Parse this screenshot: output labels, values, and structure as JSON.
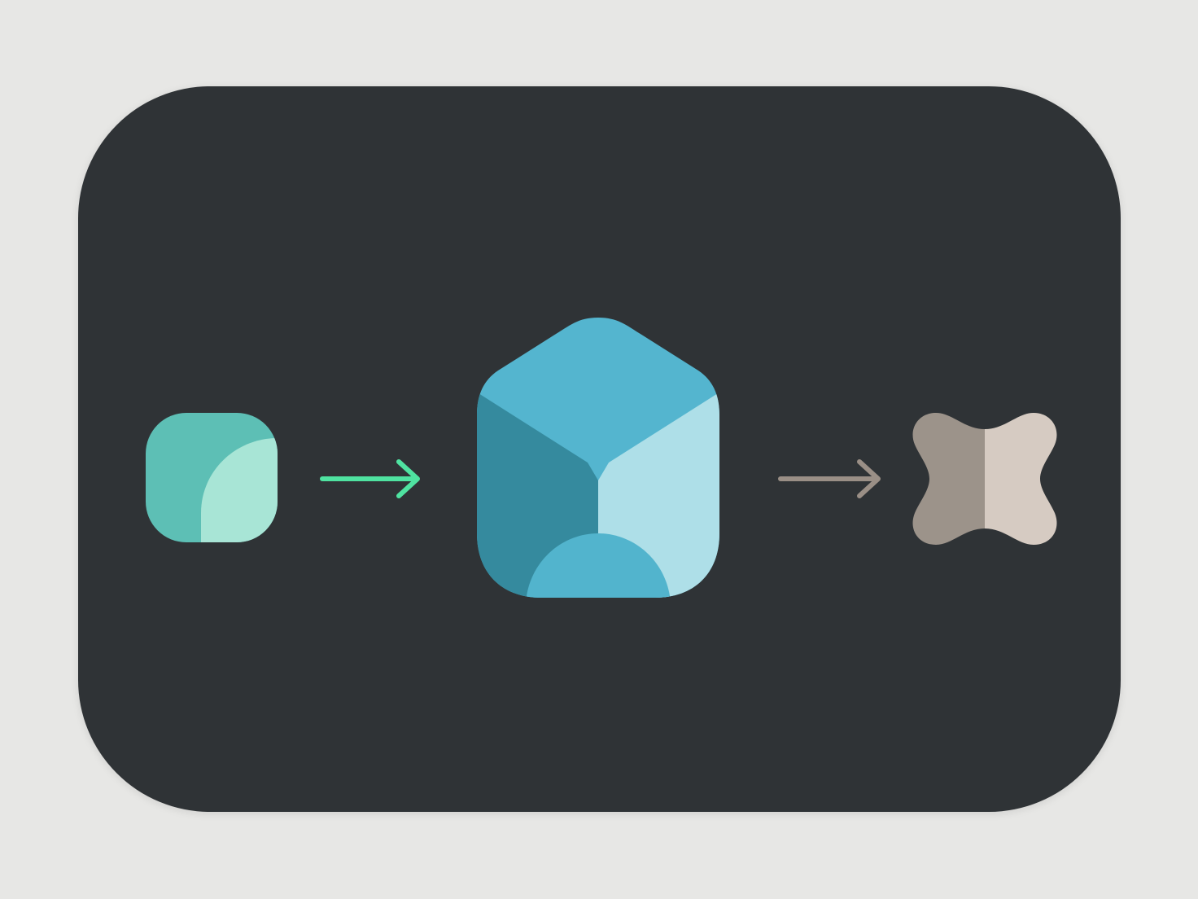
{
  "diagram": {
    "background_color": "#e7e7e5",
    "panel_color": "#2f3336",
    "nodes": [
      {
        "id": "source",
        "icon": "rounded-square-icon",
        "colors": {
          "base": "#5dbfb5",
          "highlight": "#a8e5d6"
        }
      },
      {
        "id": "processor",
        "icon": "cube-icon",
        "colors": {
          "top": "#54b5cf",
          "left": "#358a9e",
          "right": "#aedfe8",
          "dome": "#52b4cd"
        }
      },
      {
        "id": "output",
        "icon": "x-shape-icon",
        "colors": {
          "left": "#9c938a",
          "right": "#d6cbc2"
        }
      }
    ],
    "connectors": [
      {
        "from": "source",
        "to": "processor",
        "icon": "arrow-right-icon",
        "color": "#4fe3a1"
      },
      {
        "from": "processor",
        "to": "output",
        "icon": "arrow-right-icon",
        "color": "#9a8f86"
      }
    ]
  }
}
